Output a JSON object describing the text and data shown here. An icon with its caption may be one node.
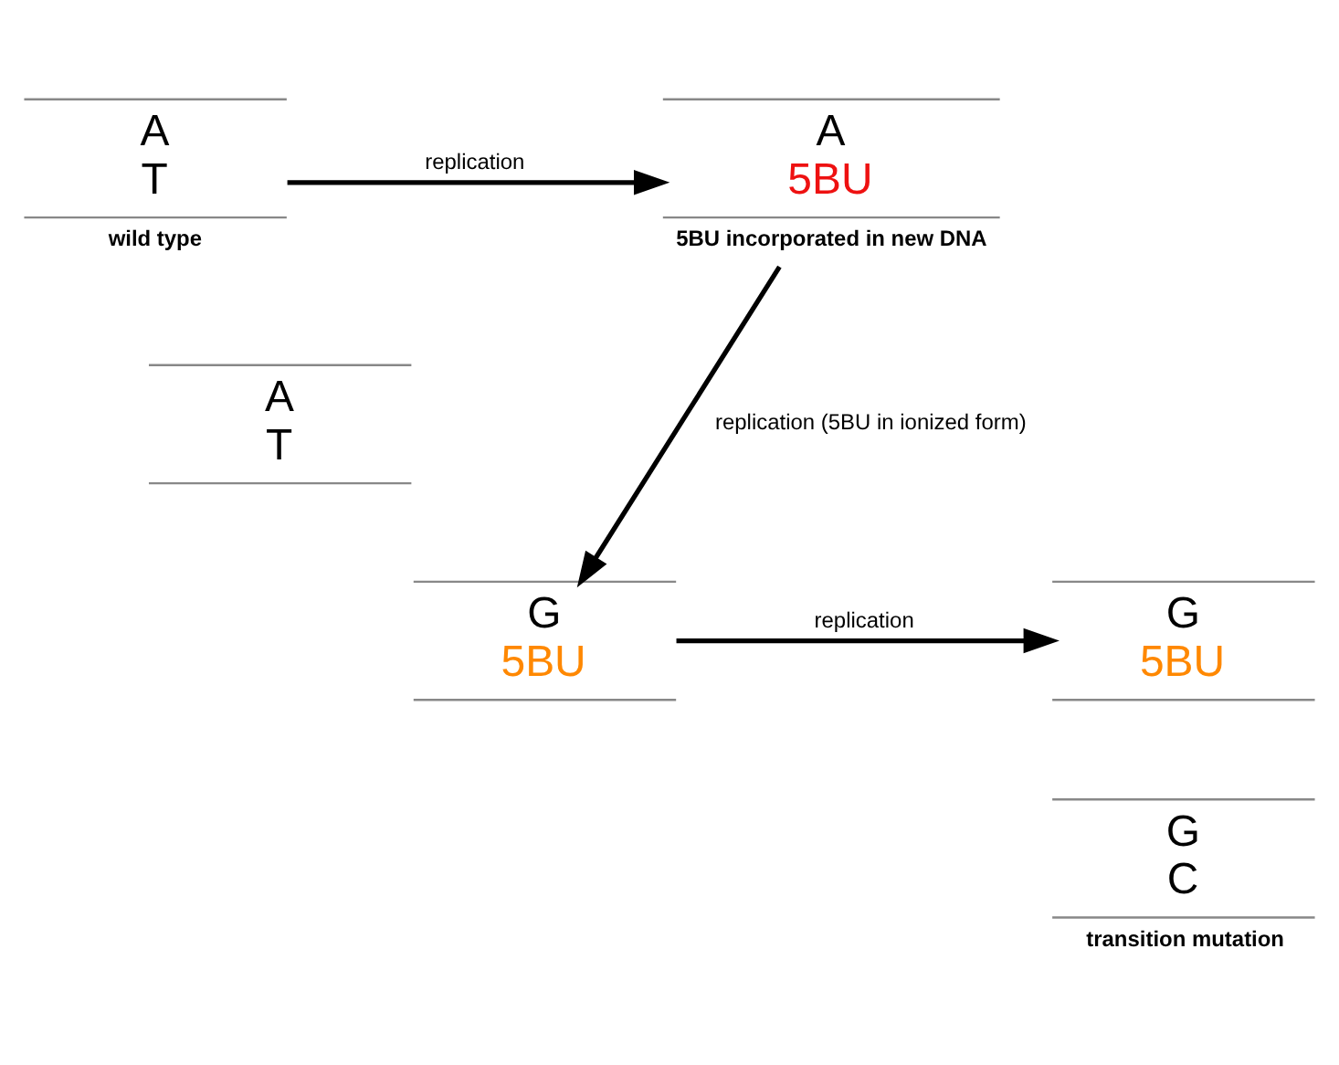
{
  "diagram": {
    "nodes": [
      {
        "text": [
          "A",
          "T",
          "wild type"
        ]
      },
      {
        "text": [
          "A",
          "5BU",
          "5BU incorporated in new DNA"
        ]
      },
      {
        "text": [
          "A",
          "T"
        ]
      },
      {
        "text": [
          "G",
          "5BU"
        ]
      },
      {
        "text": [
          "G",
          "5BU"
        ]
      },
      {
        "text": [
          "G",
          "C",
          "transition mutation"
        ]
      }
    ],
    "edges": [
      {
        "from": 0,
        "to": 1,
        "arrow": "to",
        "label": "replication"
      },
      {
        "from": 1,
        "to": 3,
        "arrow": "to",
        "label": "replication (5BU in ionized form)"
      },
      {
        "from": 3,
        "to": 4,
        "arrow": "to",
        "label": "replication"
      }
    ]
  }
}
